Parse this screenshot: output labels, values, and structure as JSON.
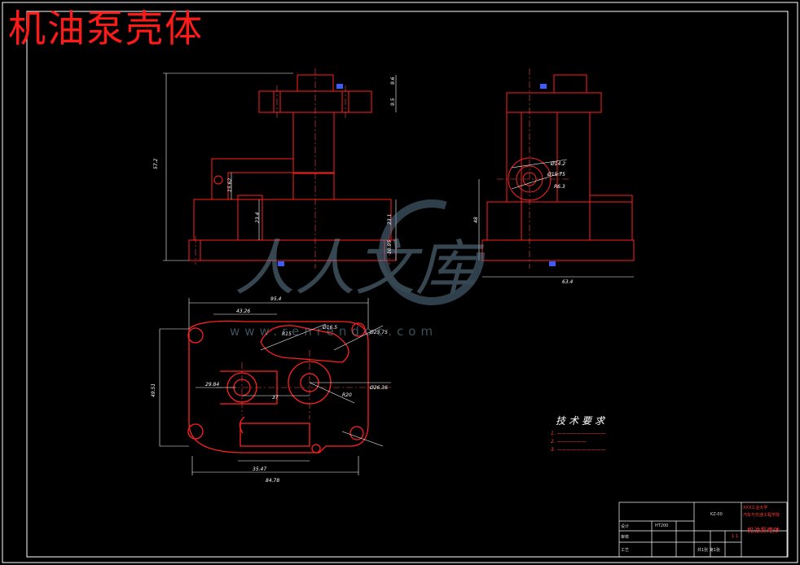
{
  "drawing": {
    "title": "机油泵壳体",
    "watermark_text": "www.renrendoc.com",
    "watermark_brand": "人人文库",
    "tech_requirements_title": "技术要求"
  },
  "dimensions": {
    "front_height": "57.2",
    "front_top": "9.6",
    "front_flange": "9.5",
    "front_side": "15.62",
    "front_mid": "23.4",
    "front_right": "23.1",
    "front_base": "10.95",
    "side_height": "48",
    "side_width": "63.4",
    "side_r1": "Ø14.2",
    "side_r2": "Ø15.75",
    "side_r3": "R6.3",
    "plan_width": "95.4",
    "plan_top": "43.26",
    "plan_left_h": "49.51",
    "plan_left": "29.84",
    "plan_center": "37",
    "plan_bottom": "35.47",
    "plan_total": "84.78",
    "plan_r1": "R15",
    "plan_r2": "Ø26.36",
    "plan_r3": "R20",
    "plan_r4": "Ø16.5",
    "plan_r5": "Ø23.75"
  },
  "title_block": {
    "school": "XXX工业大学",
    "dept": "汽车与交通工程学院",
    "part_name": "机油泵壳体",
    "code": "KZ-00",
    "scale": "1:1",
    "designer": "设计",
    "checker": "审核",
    "craft": "工艺",
    "sheet": "共1张 第1张",
    "material": "HT200"
  },
  "colors": {
    "outline": "#ff2020",
    "dimension": "#ffffff",
    "center": "#ff4a4a",
    "marker": "#3b5cff"
  }
}
